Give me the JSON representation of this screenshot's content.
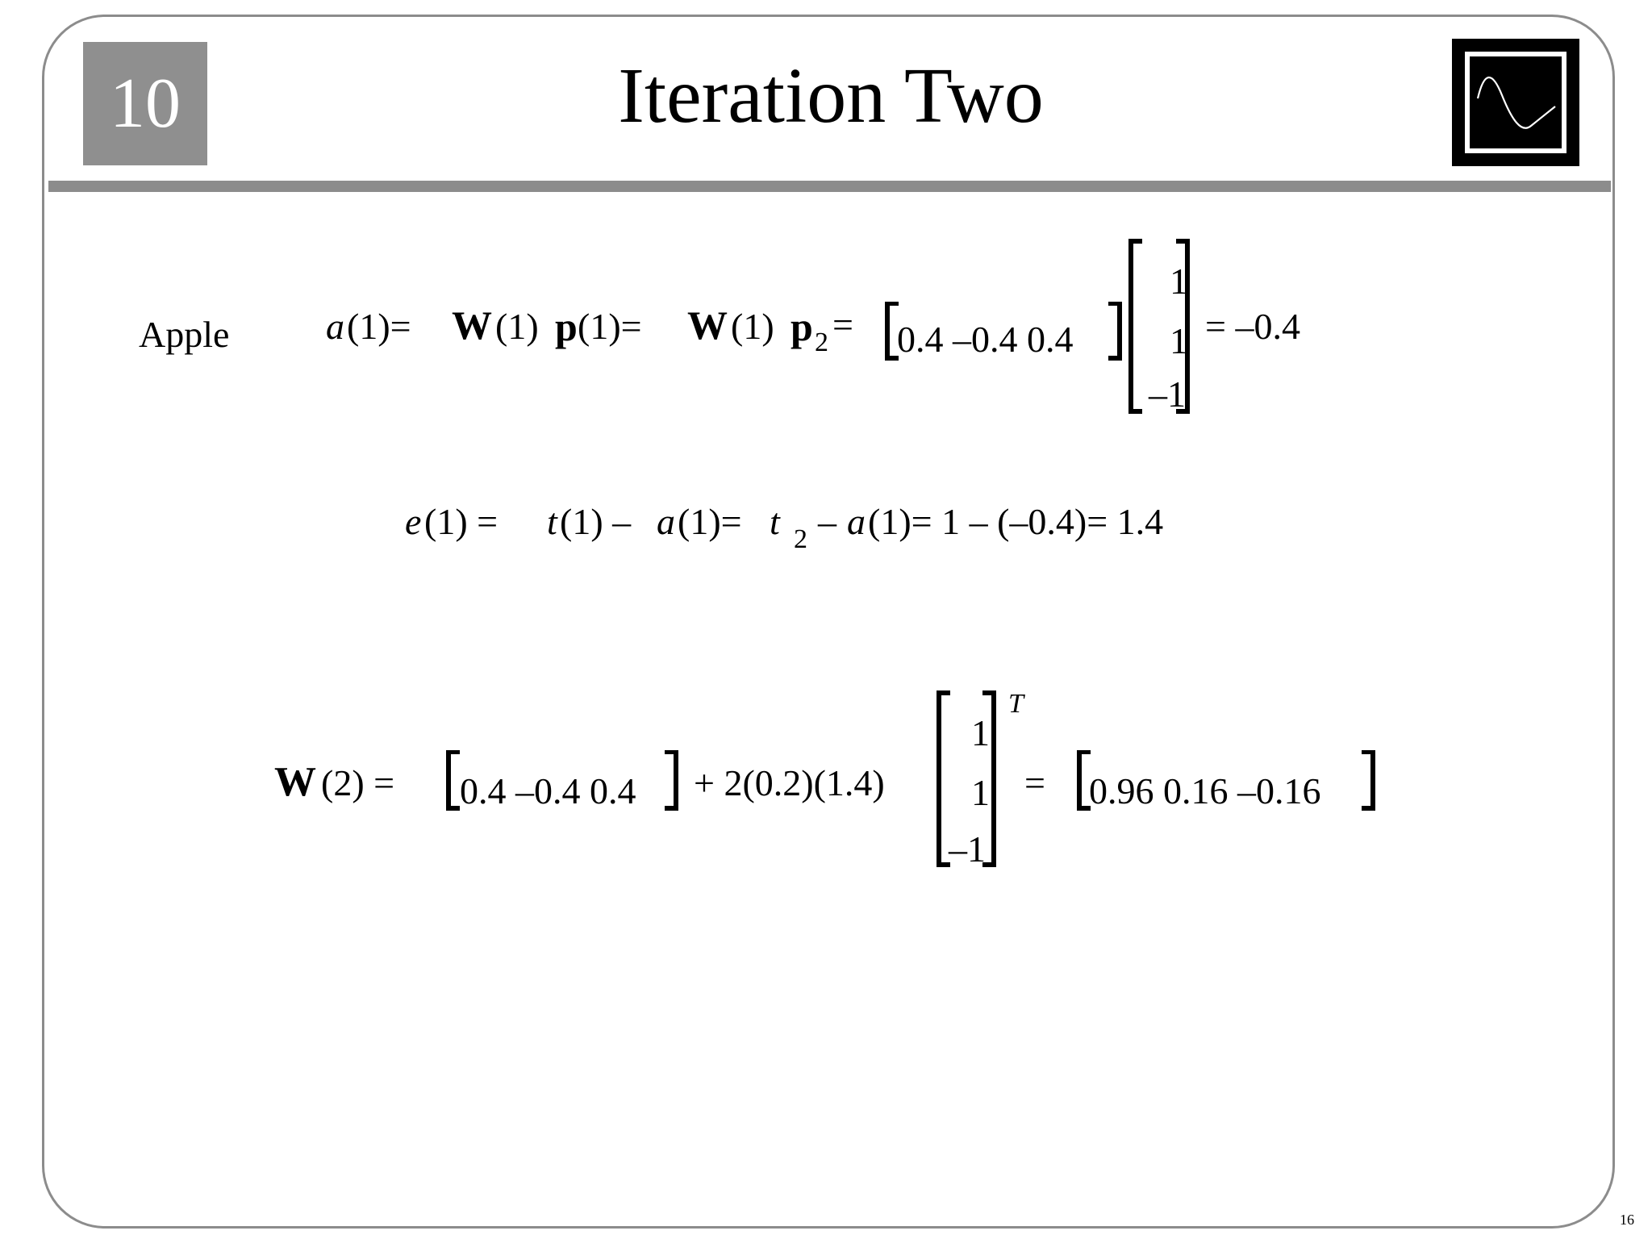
{
  "slide": {
    "chapter_number": "10",
    "title": "Iteration Two",
    "page_number": "16",
    "logo_icon": "sine-wave-icon"
  },
  "eq1": {
    "label": "Apple",
    "a": "a",
    "arg1": "(1)=",
    "W1": "W",
    "arg2": "(1)",
    "p1": "p",
    "arg3": "(1)=",
    "W2": "W",
    "arg4": "(1)",
    "p2": "p",
    "p2_sub": "2",
    "eq": "=",
    "row": "0.4  –0.4  0.4",
    "col": [
      "1",
      "1",
      "–1"
    ],
    "result": "= –0.4"
  },
  "eq2": {
    "e": "e",
    "p1": "(1)  =",
    "t1": "t",
    "p2": "(1) –",
    "a1": "a",
    "p3": "(1)=",
    "t2": "t",
    "t2_sub": "2",
    "p4": "–",
    "a2": "a",
    "p5": "(1)=  1 – (–0.4)=  1.4"
  },
  "eq3": {
    "W": "W",
    "lhs": "(2)  =",
    "row": "0.4  –0.4  0.4",
    "scalar": "+ 2(0.2)(1.4)",
    "col": [
      "1",
      "1",
      "–1"
    ],
    "transpose": "T",
    "eq": "=",
    "result_row": "0.96 0.16 –0.16"
  }
}
